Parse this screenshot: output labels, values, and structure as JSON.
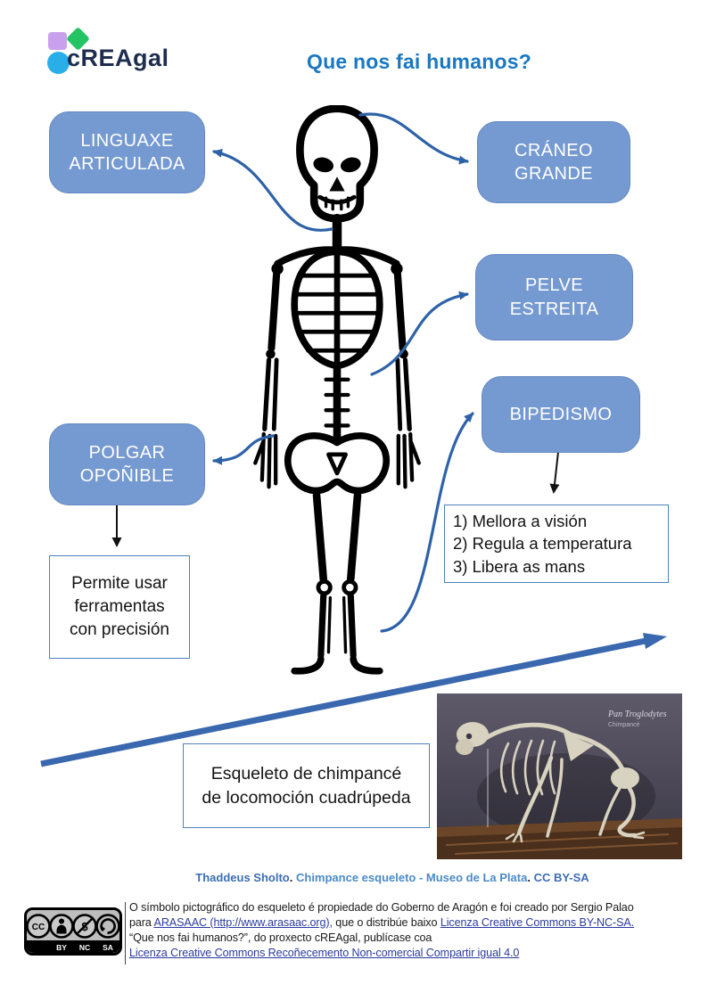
{
  "logo": {
    "text": "cREAgal"
  },
  "title": {
    "text": "Que nos fai humanos?"
  },
  "colors": {
    "callout_fill": "#7599d1",
    "callout_text": "#ffffff",
    "connector_blue": "#2e62a8",
    "title_blue": "#1a78c2",
    "info_box_border": "#4f81bd",
    "footer_link_blue": "#2b3b9e",
    "attribution_blue_dark": "#3c6db5",
    "attribution_blue_light": "#4b8ac9",
    "logo_navy": "#1e2c4e",
    "logo_purple": "#c9a0ee",
    "logo_green": "#24c465",
    "logo_cyan": "#29aee8"
  },
  "callouts": {
    "linguaxe": {
      "label": "LINGUAXE\nARTICULADA"
    },
    "craneo": {
      "label": "CRÁNEO\nGRANDE"
    },
    "pelve": {
      "label": "PELVE\nESTREITA"
    },
    "bipedismo": {
      "label": "BIPEDISMO"
    },
    "polgar": {
      "label": "POLGAR\nOPOÑIBLE"
    }
  },
  "info_boxes": {
    "polgar_detail": {
      "text": "Permite usar\nferramentas\ncon precisión"
    },
    "bipedismo_detail": {
      "text": "1) Mellora a visión\n2) Regula a temperatura\n3) Libera as mans"
    },
    "chimp_caption": {
      "text": "Esqueleto de chimpancé\nde locomoción cuadrúpeda"
    }
  },
  "photo": {
    "species_label": "Pan Troglodytes",
    "species_sublabel": "Chimpancé"
  },
  "attribution": {
    "author": "Thaddeus Sholto",
    "sep1": ". ",
    "work": "Chimpance esqueleto - Museo de La Plata",
    "sep2": ". ",
    "license": "CC BY-SA"
  },
  "footer": {
    "line1": "O símbolo pictográfico do esqueleto é propiedade do Goberno de Aragón e foi creado por Sergio Palao",
    "line2_pre": "para ",
    "line2_link1": "ARASAAC (http://www.arasaac.org),",
    "line2_mid": " que o distribúe baixo ",
    "line2_link2": "Licenza Creative Commons BY-NC-SA.",
    "line3": "“Que nos fai humanos?”, do proxecto cREAgal, publícase coa",
    "line4_link": "Licenza Creative Commons Recoñecemento Non-comercial Compartir igual 4.0",
    "cc_badge": {
      "cc": "CC",
      "by": "BY",
      "nc": "NC",
      "sa": "SA",
      "nc_symbol": "$"
    }
  }
}
